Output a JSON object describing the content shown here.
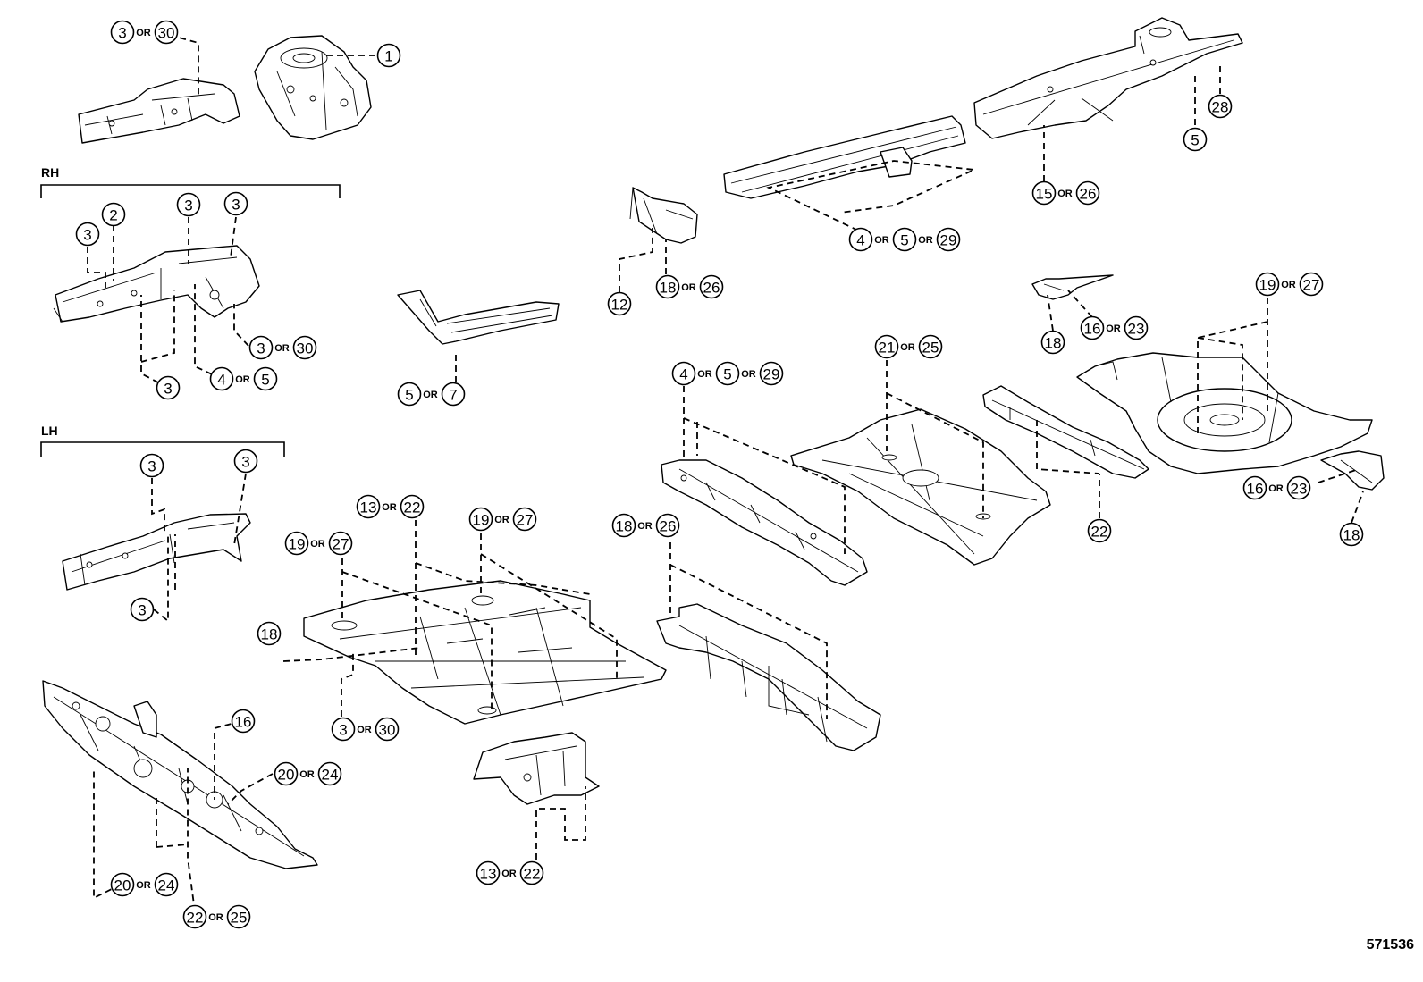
{
  "sections": {
    "rh": "RH",
    "lh": "LH"
  },
  "diagram_code": "571536",
  "or_label": "OR",
  "callouts": [
    {
      "id": "c-top-left",
      "parts": [
        "3",
        "30"
      ]
    },
    {
      "id": "c-1",
      "parts": [
        "1"
      ]
    },
    {
      "id": "c-rh-2",
      "parts": [
        "2"
      ]
    },
    {
      "id": "c-rh-3a",
      "parts": [
        "3"
      ]
    },
    {
      "id": "c-rh-3b",
      "parts": [
        "3"
      ]
    },
    {
      "id": "c-rh-3c",
      "parts": [
        "3"
      ]
    },
    {
      "id": "c-rh-3-30",
      "parts": [
        "3",
        "30"
      ]
    },
    {
      "id": "c-rh-3d",
      "parts": [
        "3"
      ]
    },
    {
      "id": "c-rh-4-5",
      "parts": [
        "4",
        "5"
      ]
    },
    {
      "id": "c-5-7",
      "parts": [
        "5",
        "7"
      ]
    },
    {
      "id": "c-lh-3a",
      "parts": [
        "3"
      ]
    },
    {
      "id": "c-lh-3b",
      "parts": [
        "3"
      ]
    },
    {
      "id": "c-lh-3c",
      "parts": [
        "3"
      ]
    },
    {
      "id": "c-12",
      "parts": [
        "12"
      ]
    },
    {
      "id": "c-18-26-a",
      "parts": [
        "18",
        "26"
      ]
    },
    {
      "id": "c-4-5-29-a",
      "parts": [
        "4",
        "5",
        "29"
      ]
    },
    {
      "id": "c-28",
      "parts": [
        "28"
      ]
    },
    {
      "id": "c-5",
      "parts": [
        "5"
      ]
    },
    {
      "id": "c-15-26",
      "parts": [
        "15",
        "26"
      ]
    },
    {
      "id": "c-18-a",
      "parts": [
        "18"
      ]
    },
    {
      "id": "c-16-23-a",
      "parts": [
        "16",
        "23"
      ]
    },
    {
      "id": "c-19-27-a",
      "parts": [
        "19",
        "27"
      ]
    },
    {
      "id": "c-21-25",
      "parts": [
        "21",
        "25"
      ]
    },
    {
      "id": "c-4-5-29-b",
      "parts": [
        "4",
        "5",
        "29"
      ]
    },
    {
      "id": "c-22",
      "parts": [
        "22"
      ]
    },
    {
      "id": "c-16-23-b",
      "parts": [
        "16",
        "23"
      ]
    },
    {
      "id": "c-18-b",
      "parts": [
        "18"
      ]
    },
    {
      "id": "c-13-22-a",
      "parts": [
        "13",
        "22"
      ]
    },
    {
      "id": "c-19-27-b",
      "parts": [
        "19",
        "27"
      ]
    },
    {
      "id": "c-19-27-c",
      "parts": [
        "19",
        "27"
      ]
    },
    {
      "id": "c-18-c",
      "parts": [
        "18"
      ]
    },
    {
      "id": "c-3-30-b",
      "parts": [
        "3",
        "30"
      ]
    },
    {
      "id": "c-18-26-b",
      "parts": [
        "18",
        "26"
      ]
    },
    {
      "id": "c-16",
      "parts": [
        "16"
      ]
    },
    {
      "id": "c-20-24-a",
      "parts": [
        "20",
        "24"
      ]
    },
    {
      "id": "c-20-24-b",
      "parts": [
        "20",
        "24"
      ]
    },
    {
      "id": "c-22-25",
      "parts": [
        "22",
        "25"
      ]
    },
    {
      "id": "c-13-22-b",
      "parts": [
        "13",
        "22"
      ]
    }
  ]
}
